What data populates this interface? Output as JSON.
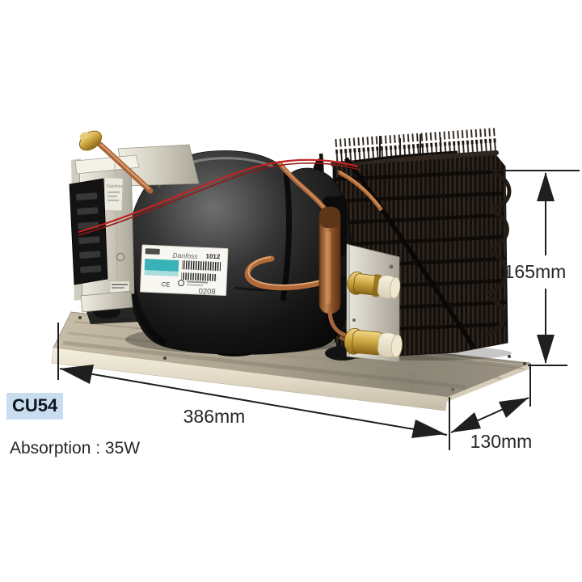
{
  "product": {
    "model_badge": "CU54",
    "absorption_label": "Absorption : 35W",
    "badge_color": "#c9ddf1"
  },
  "dimensions": {
    "height_label": "165mm",
    "length_label": "386mm",
    "depth_label": "130mm",
    "line_color": "#1f1f1f"
  },
  "photo": {
    "subject": "condensing unit with compressor, control module, wire-tube condenser coil, copper tubing and service valves on a steel base plate",
    "compressor_label": {
      "brand_script": "Danfoss",
      "top_right_code": "1012",
      "bottom_code": "0208",
      "ce_mark": "CE"
    },
    "controller": {
      "brand": "Danfoss"
    },
    "colors": {
      "compressor": "#121212",
      "base_plate": "#b3a992",
      "copper": "#a8653a",
      "brass": "#cfa843",
      "coil": "#1b1510",
      "controller": "#d9d6cb"
    }
  }
}
